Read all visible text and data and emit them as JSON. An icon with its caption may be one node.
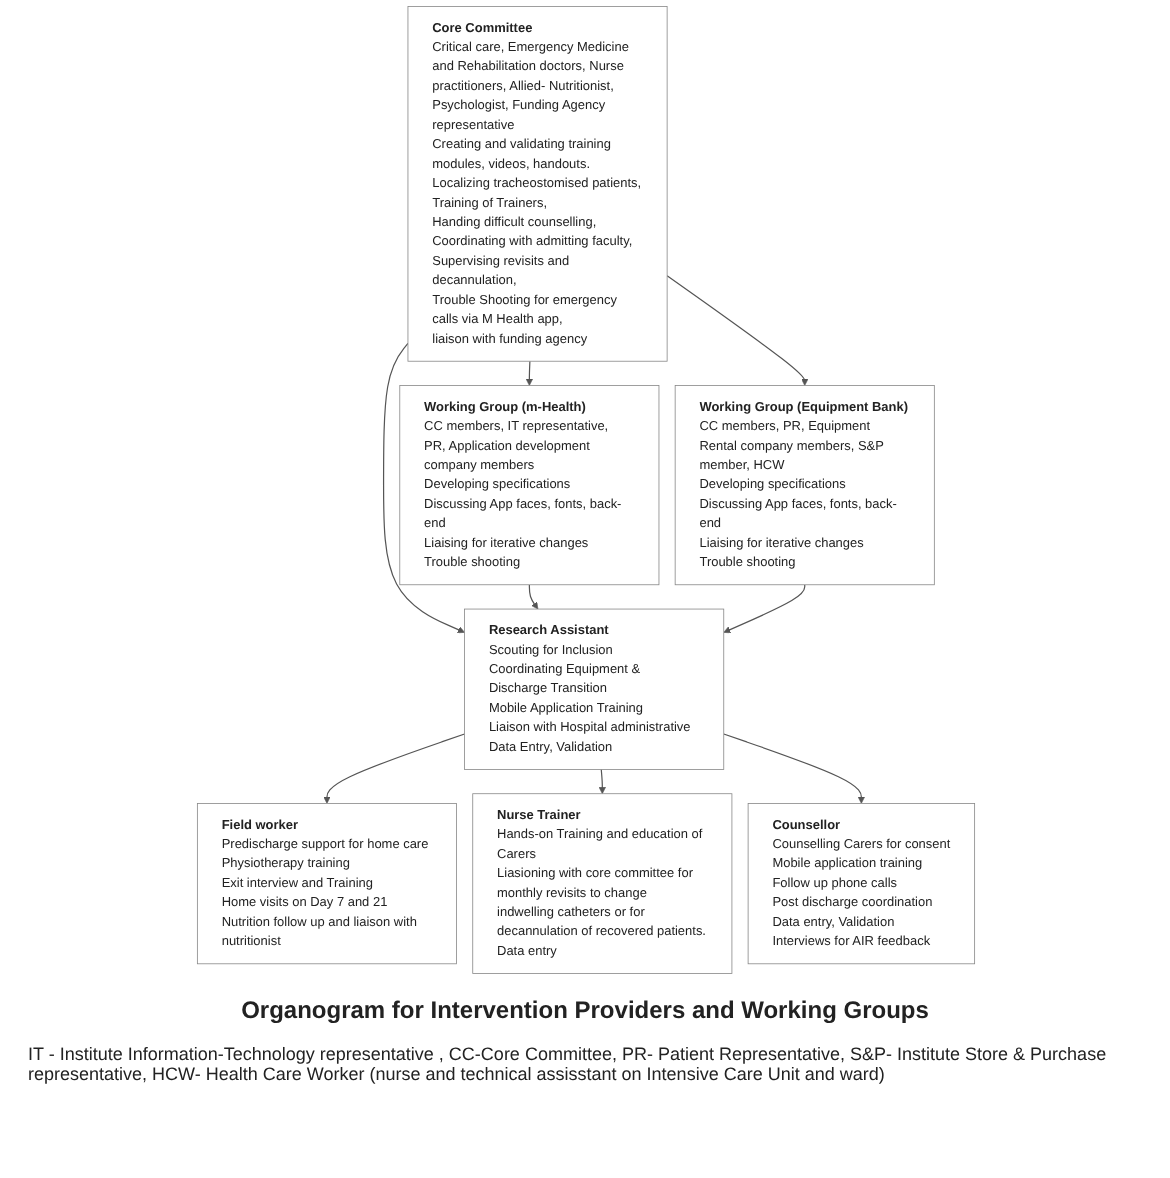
{
  "diagram": {
    "caption": "Organogram for Intervention Providers and Working Groups",
    "nodes": [
      {
        "text": [
          "Core Committee",
          "Critical care, Emergency Medicine and Rehabilitation doctors, Nurse practitioners, Allied- Nutritionist, Psychologist, Funding Agency representative",
          "Creating and validating training modules, videos, handouts.",
          "Localizing tracheostomised patients,",
          "Training of Trainers,",
          "Handing difficult counselling,",
          "Coordinating with admitting faculty,",
          "Supervising revisits and decannulation,",
          "Trouble Shooting for emergency calls via M Health app,",
          "liaison with funding agency"
        ]
      },
      {
        "text": [
          "Working Group (m-Health)",
          "CC members, IT representative, PR, Application development company members",
          "Developing specifications",
          "Discussing App faces, fonts, back-end",
          "Liaising for iterative changes",
          "Trouble shooting"
        ]
      },
      {
        "text": [
          "Research Assistant",
          "Scouting for Inclusion",
          "Coordinating Equipment & Discharge Transition",
          "Mobile Application Training",
          "Liaison with Hospital administrative",
          "Data Entry, Validation"
        ]
      },
      {
        "text": [
          "Working Group (Equipment Bank)",
          "CC members, PR, Equipment Rental company members, S&P member, HCW",
          "Developing specifications",
          "Discussing App faces, fonts, back-end",
          "Liaising for iterative changes",
          "Trouble shooting"
        ]
      },
      {
        "text": [
          "Field worker",
          "Predischarge support for home care",
          "Physiotherapy training",
          "Exit interview and Training",
          "Home visits on Day 7 and 21",
          "Nutrition follow up and liaison with nutritionist"
        ]
      },
      {
        "text": [
          "Nurse Trainer",
          "Hands-on Training and education of Carers",
          "Liasioning with core committee for monthly revisits to change indwelling catheters or for decannulation of recovered patients.",
          "Data entry"
        ]
      },
      {
        "text": [
          "Counsellor",
          "Counselling Carers for consent",
          "Mobile application training",
          "Follow up phone calls",
          "Post discharge coordination",
          "Data entry, Validation",
          "Interviews for AIR feedback"
        ]
      }
    ],
    "edges": [
      {
        "from": 0,
        "to": 1,
        "arrow": "to"
      },
      {
        "from": 0,
        "to": 2,
        "arrow": "to"
      },
      {
        "from": 0,
        "to": 3,
        "arrow": "to"
      },
      {
        "from": 1,
        "to": 2,
        "arrow": "to"
      },
      {
        "from": 3,
        "to": 2,
        "arrow": "to"
      },
      {
        "from": 2,
        "to": 4,
        "arrow": "to"
      },
      {
        "from": 2,
        "to": 5,
        "arrow": "to"
      },
      {
        "from": 2,
        "to": 6,
        "arrow": "to"
      }
    ],
    "labels": [
      "IT - Institute Information-Technology representative , CC-Core Committee, PR- Patient Representative, S&P- Institute Store & Purchase representative, HCW- Health Care Worker (nurse and technical assisstant on Intensive Care Unit and ward)"
    ]
  }
}
